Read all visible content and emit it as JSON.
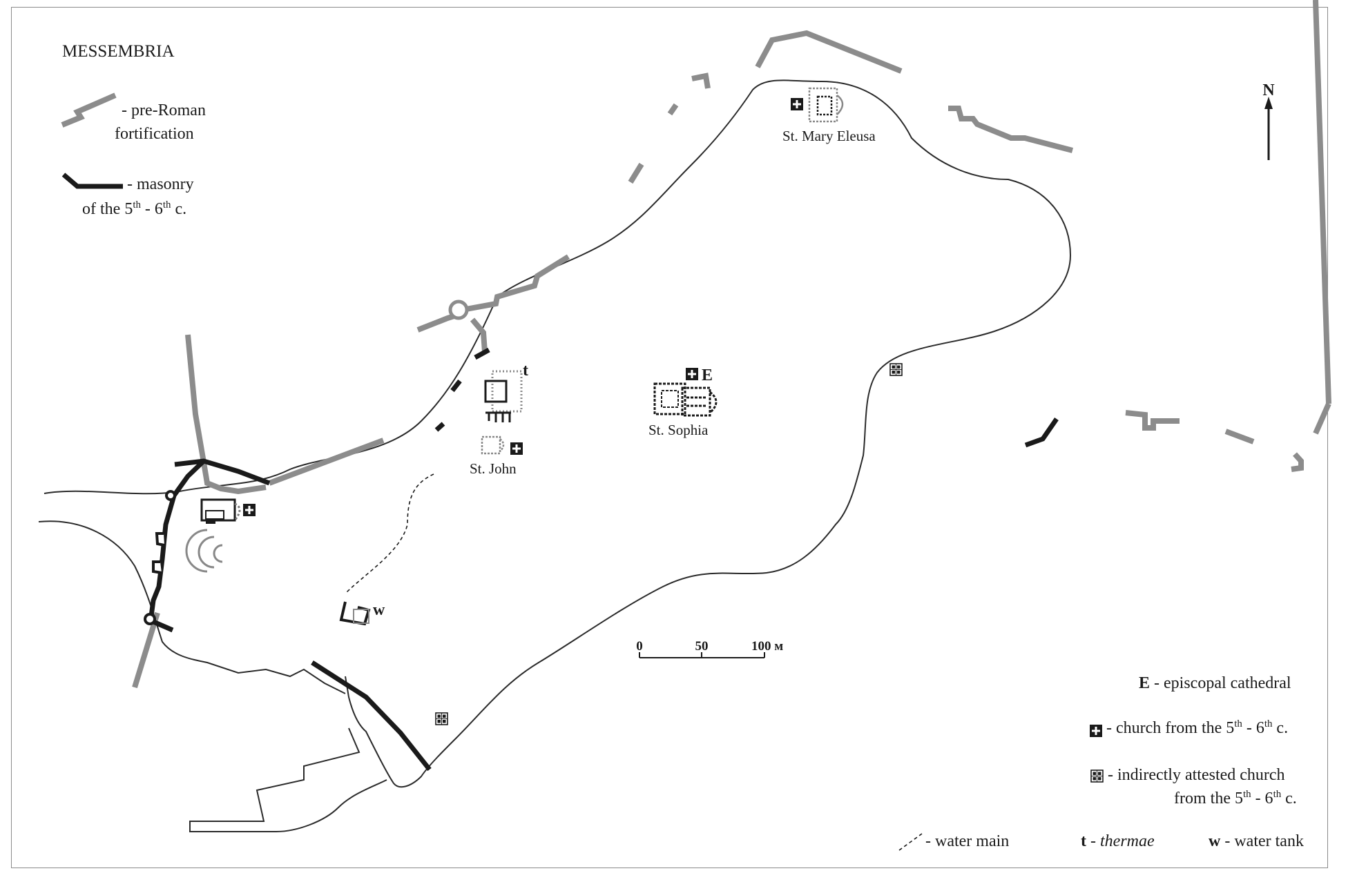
{
  "title": "MESSEMBRIA",
  "north": "N",
  "colors": {
    "pre_roman": "#8c8c8c",
    "masonry": "#1a1a1a",
    "coast": "#2a2a2a"
  },
  "legend_left": {
    "pre_roman": {
      "line1": "- pre-Roman",
      "line2": "fortification"
    },
    "masonry": {
      "line1": "- masonry",
      "line2_prefix": "of the 5",
      "sup1": "th",
      "mid": " - 6",
      "sup2": "th",
      "suffix": " c."
    }
  },
  "labels": {
    "st_mary": "St. Mary Eleusa",
    "st_sophia": "St. Sophia",
    "st_john": "St. John",
    "E": "E",
    "t": "t",
    "w": "w"
  },
  "scale": {
    "0": "0",
    "50": "50",
    "100": "100 м"
  },
  "legend_right": {
    "E": {
      "key": "E",
      "text": " - episcopal cathedral"
    },
    "church": {
      "prefix": "- church from the 5",
      "sup1": "th",
      "mid": " - 6",
      "sup2": "th",
      "suffix": " c."
    },
    "indirect": {
      "line1": "- indirectly attested church",
      "line2_prefix": "from the 5",
      "sup1": "th",
      "mid": " - 6",
      "sup2": "th",
      "suffix": " c."
    }
  },
  "legend_bottom": {
    "water_main": "- water main",
    "thermae_key": "t",
    "thermae_dash": " - ",
    "thermae_text": "thermae",
    "tank_key": "w",
    "tank_text": " - water tank"
  },
  "icons": [
    "church-5th-6th-icon",
    "indirect-church-icon",
    "north-arrow-icon"
  ]
}
